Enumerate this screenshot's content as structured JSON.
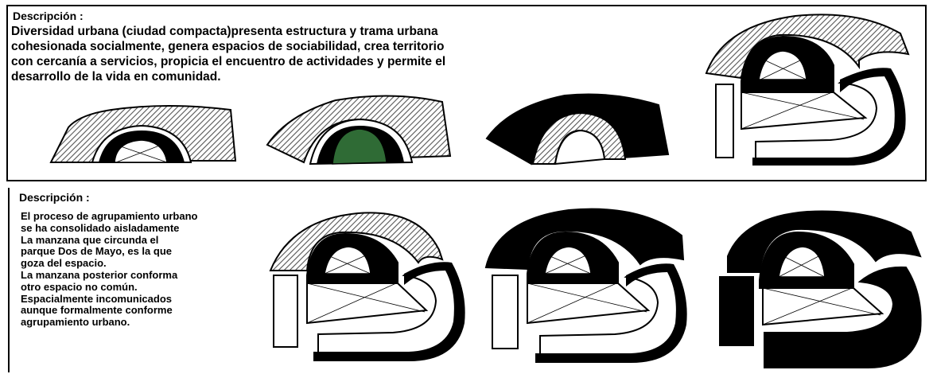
{
  "top_section": {
    "heading": "Descripción :",
    "lines": [
      "Diversidad urbana (ciudad compacta)presenta estructura y trama urbana",
      "cohesionada socialmente, genera espacios de sociabilidad, crea territorio",
      "con cercanía a servicios, propicia el encuentro de actividades y permite el",
      "desarrollo de la vida en comunidad."
    ]
  },
  "bottom_section": {
    "heading": "Descripción :",
    "lines": [
      "El proceso de agrupamiento urbano",
      "se ha consolidado aisladamente",
      "La manzana que circunda el",
      "parque Dos de Mayo, es la que",
      "goza del espacio.",
      "La manzana posterior conforma",
      "otro espacio no común.",
      "Espacialmente incomunicados",
      "aunque formalmente conforme",
      "agrupamiento urbano."
    ]
  },
  "colors": {
    "ink": "#000000",
    "park_green": "#2f6b35",
    "hatch": "#8a8a8a"
  }
}
